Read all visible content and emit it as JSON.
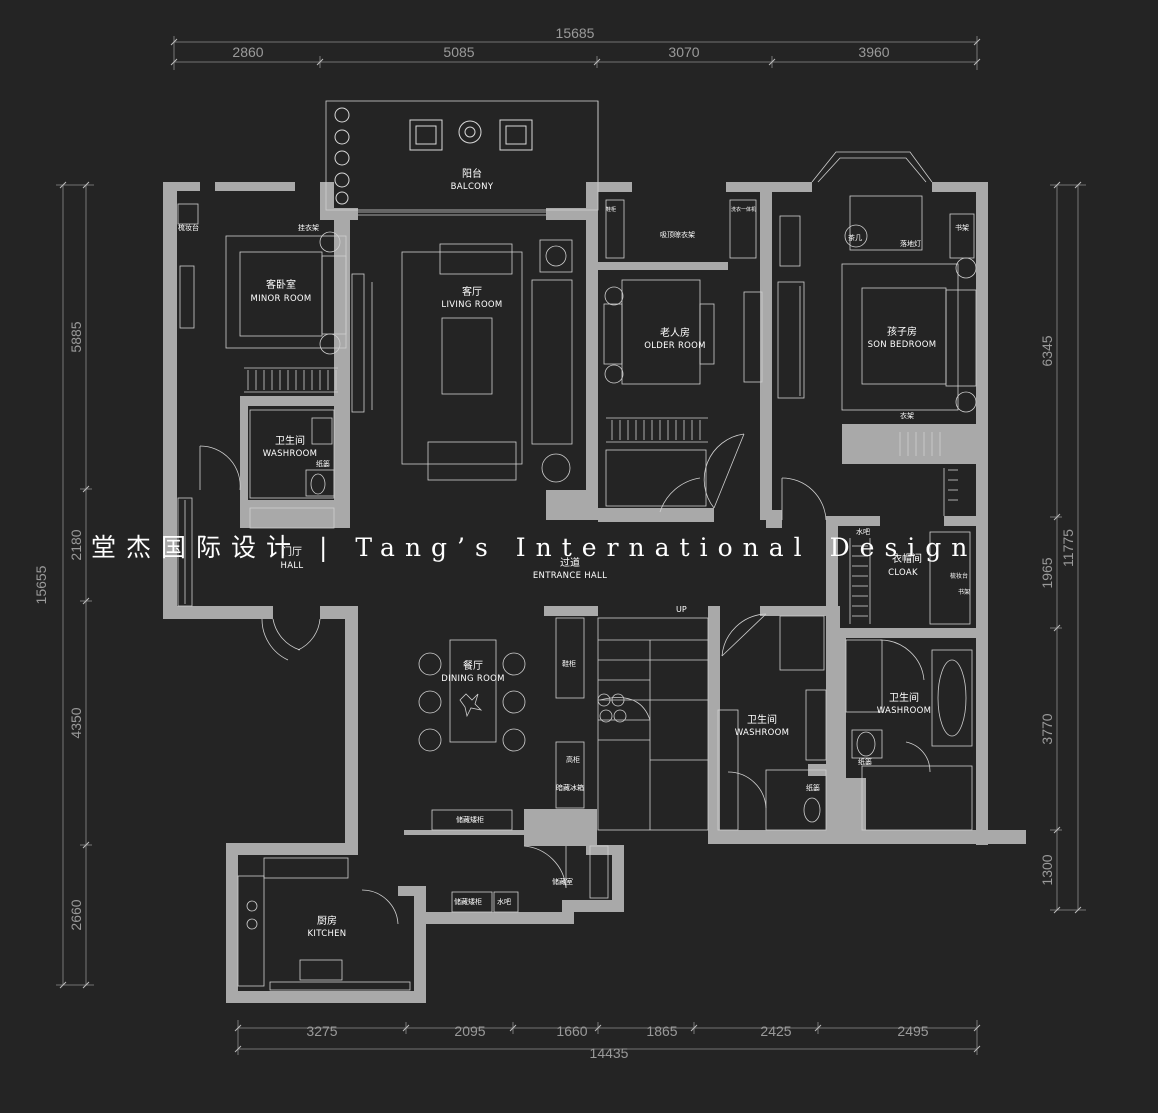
{
  "watermark": {
    "text": "堂杰国际设计 | Tang’s International Design"
  },
  "dimensions": {
    "top_total": "15685",
    "top_segments": [
      "2860",
      "5085",
      "3070",
      "3960"
    ],
    "bottom_total": "14435",
    "bottom_segments": [
      "3275",
      "2095",
      "1660",
      "1865",
      "2425",
      "2495"
    ],
    "left_total": "15655",
    "left_segments": [
      "5885",
      "2180",
      "4350",
      "2660"
    ],
    "right_total": "11775",
    "right_segments": [
      "6345",
      "1965",
      "3770",
      "1300"
    ]
  },
  "rooms": {
    "balcony": {
      "zh": "阳台",
      "en": "BALCONY"
    },
    "living": {
      "zh": "客厅",
      "en": "LIVING ROOM"
    },
    "minor": {
      "zh": "客卧室",
      "en": "MINOR ROOM"
    },
    "washroom_left": {
      "zh": "卫生间",
      "en": "WASHROOM"
    },
    "hall": {
      "zh": "门厅",
      "en": "HALL"
    },
    "older": {
      "zh": "老人房",
      "en": "OLDER ROOM"
    },
    "son": {
      "zh": "孩子房",
      "en": "SON BEDROOM"
    },
    "entrance": {
      "zh": "过道",
      "en": "ENTRANCE HALL"
    },
    "cloak": {
      "zh": "衣帽间",
      "en": "CLOAK"
    },
    "dining": {
      "zh": "餐厅",
      "en": "DINING ROOM"
    },
    "washroom_mid": {
      "zh": "卫生间",
      "en": "WASHROOM"
    },
    "washroom_right": {
      "zh": "卫生间",
      "en": "WASHROOM"
    },
    "kitchen": {
      "zh": "厨房",
      "en": "KITCHEN"
    }
  },
  "fixtures": {
    "vanity_left": "梳妆台",
    "hanger": "挂衣架",
    "paper_left": "纸篓",
    "ceiling_rack": "吸顶晾衣架",
    "laundry": "洗衣一体机",
    "small_cab": "鞋柜",
    "tea": "茶几",
    "floor_lamp": "落地灯",
    "bookshelf": "书架",
    "clothes": "衣架",
    "water_bar_right": "水吧",
    "vanity_right": "梳妆台",
    "bookshelf_right": "书架",
    "paper_right": "纸篓",
    "up": "UP",
    "shoe_cab": "鞋柜",
    "tall_cab": "高柜",
    "fridge": "暗藏冰箱",
    "storage_cab": "储藏矮柜",
    "paper_mid": "纸篓",
    "storage_room": "储藏室",
    "storage_cab_low": "储藏矮柜",
    "water_bar": "水吧"
  }
}
